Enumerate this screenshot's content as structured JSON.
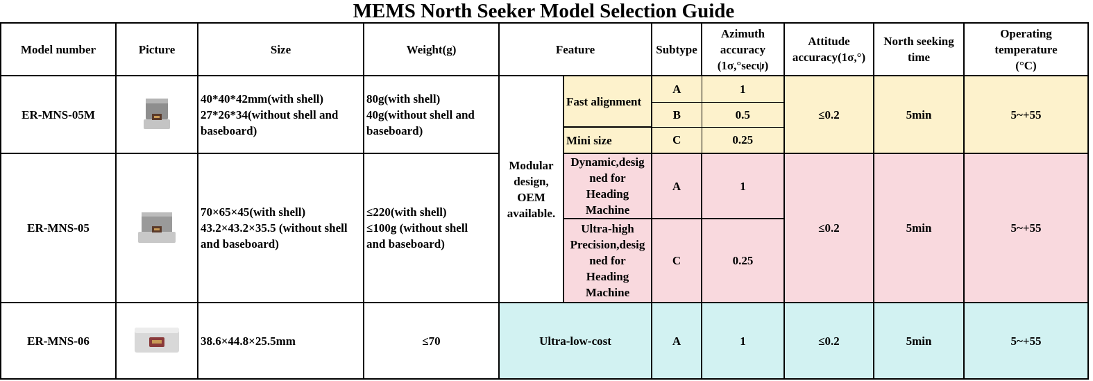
{
  "title": "MEMS North Seeker Model Selection Guide",
  "headers": {
    "model": "Model number",
    "picture": "Picture",
    "size": "Size",
    "weight": "Weight(g)",
    "feature": "Feature",
    "subtype": "Subtype",
    "azimuth": [
      "Azimuth",
      "accuracy",
      "(1σ,°secψ)"
    ],
    "attitude": [
      "Attitude",
      "accuracy(1σ,°)"
    ],
    "nstime": [
      "North seeking",
      "time"
    ],
    "optemp": [
      "Operating",
      "temperature",
      "(°C)"
    ]
  },
  "rows": {
    "r05m": {
      "model": "ER-MNS-05M",
      "picture_icon": "north-seeker-05m-photo",
      "size": [
        "40*40*42mm(with shell)",
        "27*26*34(without shell and",
        "baseboard)"
      ],
      "weight": [
        "80g(with shell)",
        "40g(without shell and",
        "baseboard)"
      ],
      "features": [
        {
          "label": "Fast alignment",
          "subs": [
            {
              "subtype": "A",
              "azimuth": "1"
            },
            {
              "subtype": "B",
              "azimuth": "0.5"
            }
          ]
        },
        {
          "label": "Mini size",
          "subs": [
            {
              "subtype": "C",
              "azimuth": "0.25"
            }
          ]
        }
      ],
      "attitude": "≤0.2",
      "time": "5min",
      "temp": "5~+55"
    },
    "r05": {
      "model": "ER-MNS-05",
      "picture_icon": "north-seeker-05-photo",
      "size": [
        "70×65×45(with shell)",
        "43.2×43.2×35.5 (without shell",
        "and baseboard)"
      ],
      "weight": [
        "≤220(with shell)",
        "≤100g (without shell",
        "and baseboard)"
      ],
      "features": [
        {
          "label": [
            "Dynamic,desig",
            "ned for",
            "Heading",
            "Machine"
          ],
          "subtype": "A",
          "azimuth": "1"
        },
        {
          "label": [
            "Ultra-high",
            "Precision,desig",
            "ned for",
            "Heading",
            "Machine"
          ],
          "subtype": "C",
          "azimuth": "0.25"
        }
      ],
      "attitude": "≤0.2",
      "time": "5min",
      "temp": "5~+55"
    },
    "r06": {
      "model": "ER-MNS-06",
      "picture_icon": "north-seeker-06-photo",
      "size": "38.6×44.8×25.5mm",
      "weight": "≤70",
      "feature": "Ultra-low-cost",
      "subtype": "A",
      "azimuth": "1",
      "attitude": "≤0.2",
      "time": "5min",
      "temp": "5~+55"
    }
  },
  "shared_feature": [
    "Modular",
    "design,",
    "OEM",
    "available."
  ],
  "colors": {
    "yellow": "#fdf2cc",
    "pink": "#f9d9de",
    "cyan": "#d2f2f2"
  }
}
